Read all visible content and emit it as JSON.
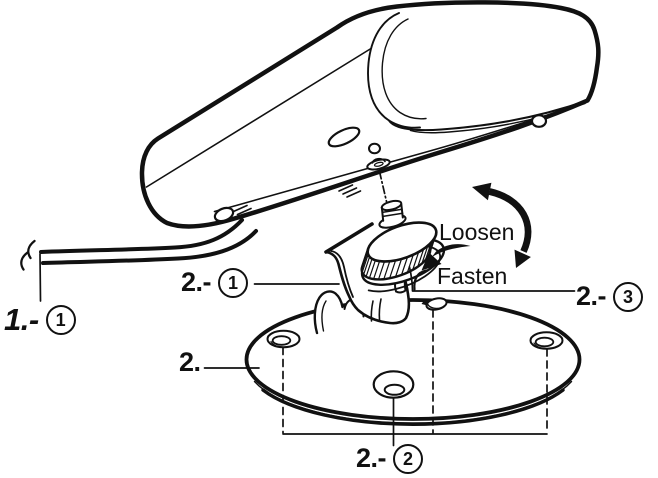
{
  "figure": {
    "background": "#ffffff",
    "ink": "#111111",
    "description": "Installation diagram: unit mounted on a base with thumb screw"
  },
  "callouts": {
    "cable": {
      "prefix": "1.-",
      "circled": "1"
    },
    "bracket": {
      "prefix": "2.-",
      "circled": "1"
    },
    "base_plate": {
      "prefix": "2."
    },
    "base_screws": {
      "prefix": "2.-",
      "circled": "2"
    },
    "thumb_screw": {
      "prefix": "2.-",
      "circled": "3"
    }
  },
  "annotations": {
    "loosen": "Loosen",
    "fasten": "Fasten"
  },
  "parts": [
    "speaker-unit",
    "connection-cable",
    "cable-break-mark",
    "screw-boss",
    "mounting-bracket",
    "knurled-thumb-screw",
    "threaded-stud",
    "mounting-base-plate",
    "base-screw-holes",
    "tilt-arrow",
    "rotate-arrow"
  ]
}
